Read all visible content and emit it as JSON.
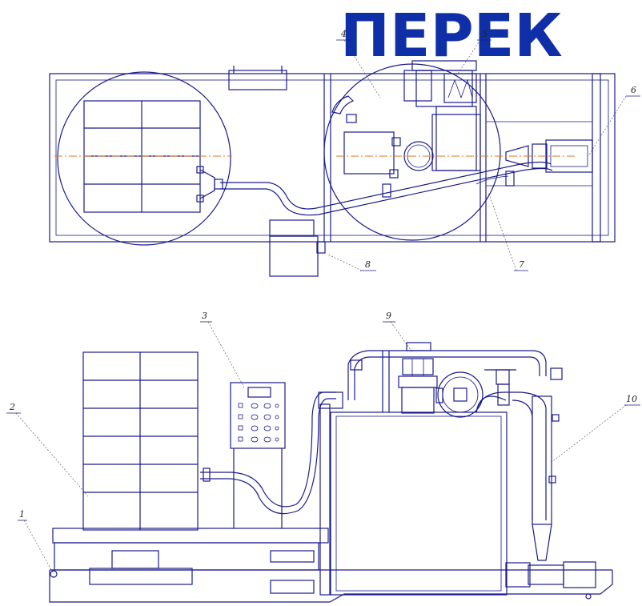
{
  "watermark": {
    "text": "ПЕРЕК",
    "color": "#0f2fa8"
  },
  "drawing_color": "#1a1a8c",
  "axis_color": "#e07a1a",
  "callouts": {
    "c1": "1",
    "c2": "2",
    "c3": "3",
    "c4": "4",
    "c5": "5",
    "c6": "6",
    "c7": "7",
    "c8": "8",
    "c9": "9",
    "c10": "10"
  }
}
